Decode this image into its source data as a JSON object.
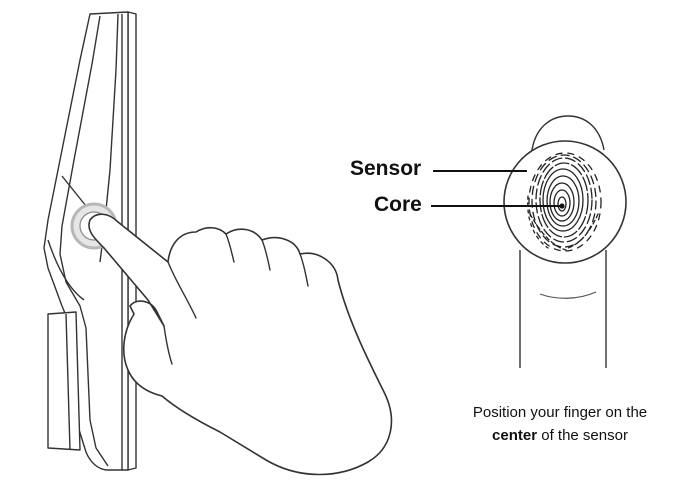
{
  "labels": {
    "sensor": "Sensor",
    "core": "Core"
  },
  "caption": {
    "line1": "Position your finger on the",
    "line2_emphasis": "center",
    "line2_rest": " of the sensor"
  },
  "colors": {
    "stroke": "#333333",
    "fingerprint": "#222222",
    "sensor_ring": "#b8b8b8"
  }
}
